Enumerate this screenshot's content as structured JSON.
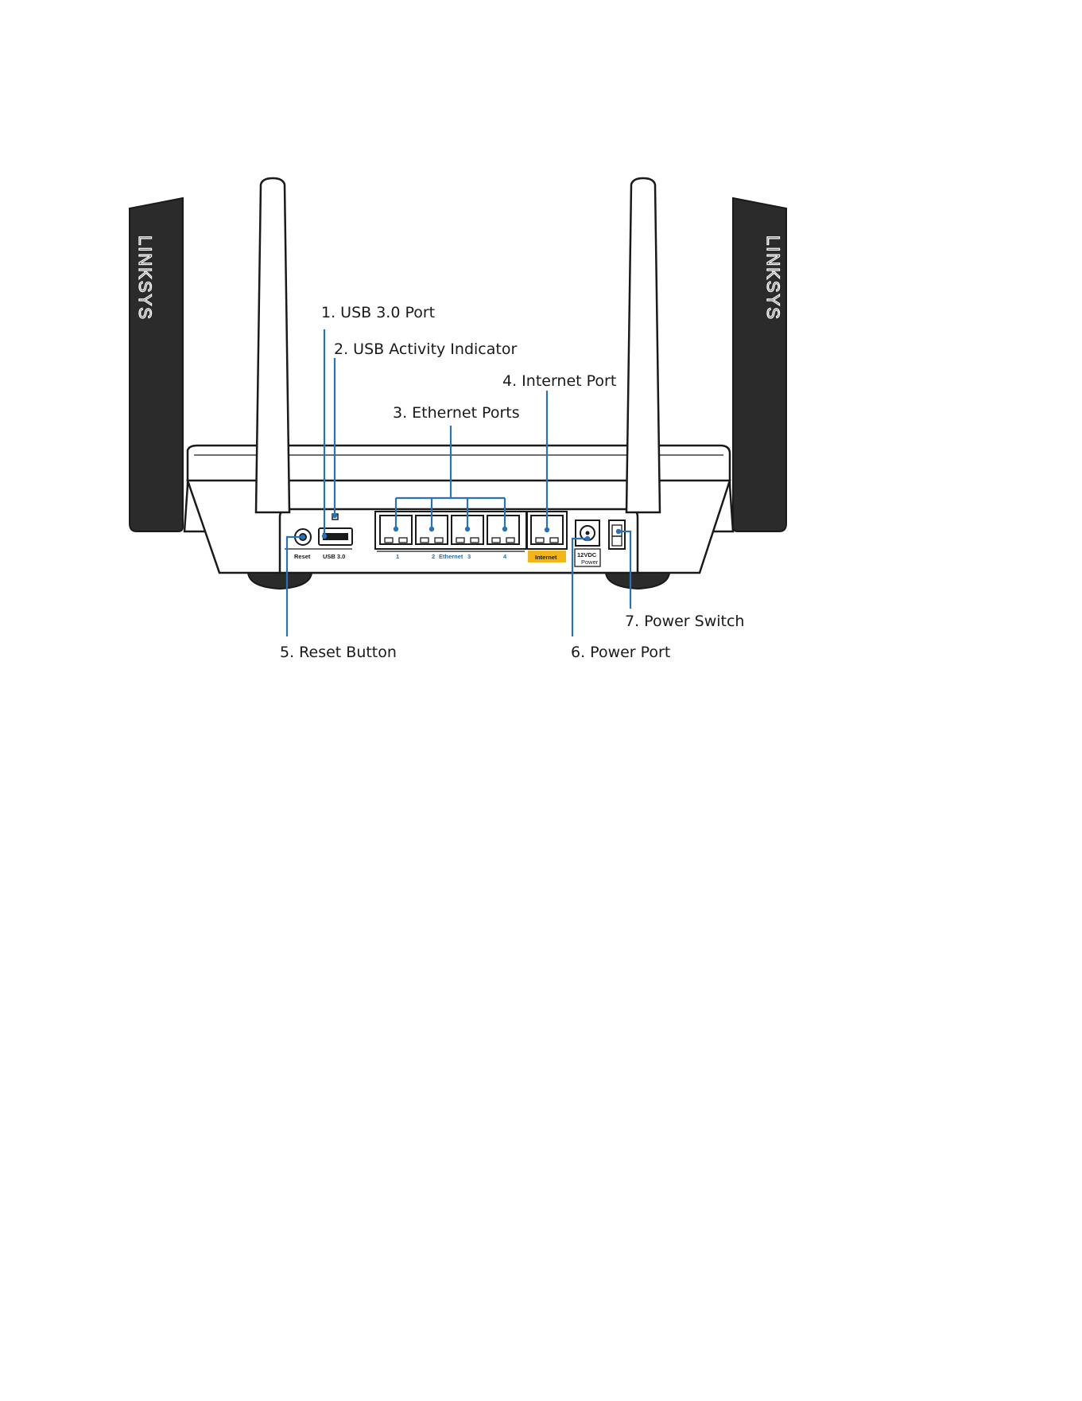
{
  "figure": {
    "brand_text": "LINKSYS",
    "accent_color": "#2a72b5",
    "internet_highlight_color": "#f2b61b",
    "callouts": [
      {
        "number": "1",
        "label": "1. USB 3.0 Port"
      },
      {
        "number": "2",
        "label": "2. USB Activity Indicator"
      },
      {
        "number": "3",
        "label": "3. Ethernet Ports"
      },
      {
        "number": "4",
        "label": "4. Internet Port"
      },
      {
        "number": "5",
        "label": "5. Reset Button"
      },
      {
        "number": "6",
        "label": "6. Power Port"
      },
      {
        "number": "7",
        "label": "7. Power Switch"
      }
    ],
    "panel_labels": {
      "reset": "Reset",
      "usb": "USB 3.0",
      "eth1": "1",
      "eth2": "2",
      "ethernet": "Ethernet",
      "eth3": "3",
      "eth4": "4",
      "internet": "Internet",
      "power_voltage": "12VDC",
      "power": "Power"
    }
  }
}
